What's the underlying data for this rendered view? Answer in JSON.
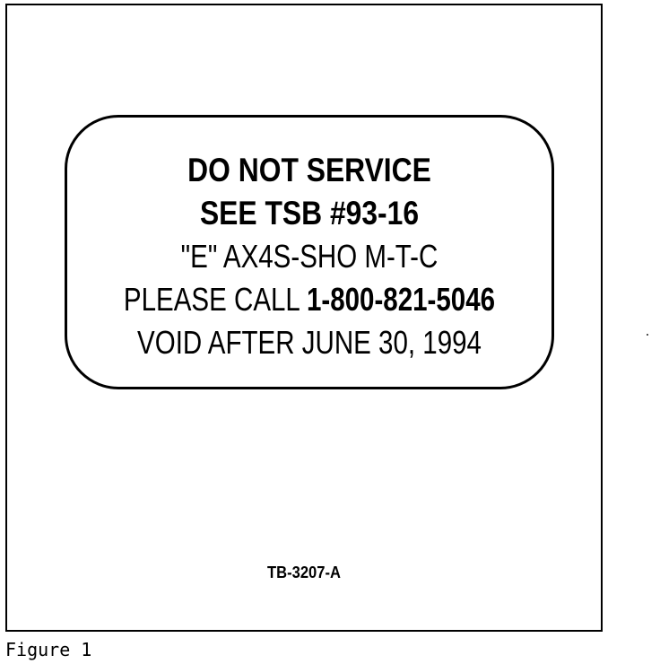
{
  "label": {
    "line1": "DO NOT SERVICE",
    "line2": "SEE TSB #93-16",
    "line3": "\"E\" AX4S-SHO M-T-C",
    "line4_prefix": "PLEASE CALL ",
    "line4_phone": "1-800-821-5046",
    "line5": "VOID AFTER JUNE 30, 1994"
  },
  "ref_code": "TB-3207-A",
  "caption": "Figure 1"
}
